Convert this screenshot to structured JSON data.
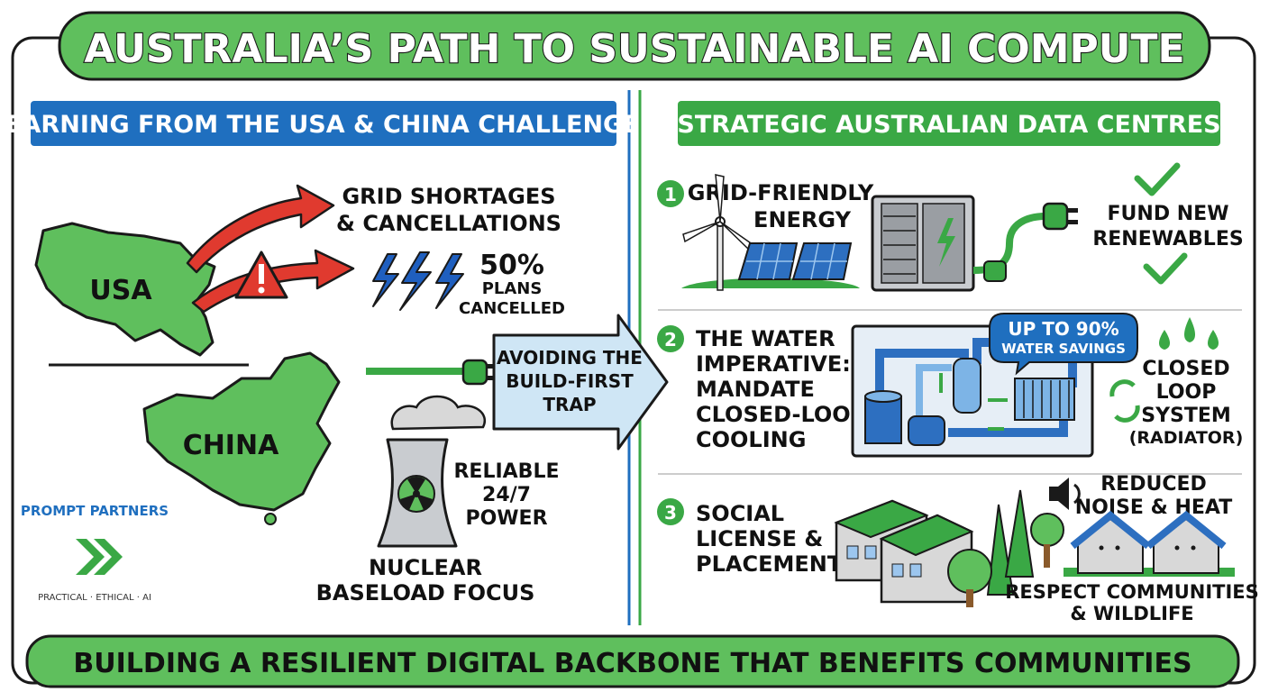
{
  "title": "AUSTRALIA’S PATH TO SUSTAINABLE AI COMPUTE",
  "footer": "BUILDING A RESILIENT DIGITAL BACKBONE THAT BENEFITS COMMUNITIES",
  "left": {
    "heading": "LEARNING FROM THE USA & CHINA CHALLENGES",
    "usa_label": "USA",
    "china_label": "CHINA",
    "grid_lines": [
      "GRID SHORTAGES",
      "& CANCELLATIONS"
    ],
    "percent": "50%",
    "plans_lines": [
      "PLANS",
      "CANCELLED"
    ],
    "reliable_lines": [
      "RELIABLE",
      "24/7",
      "POWER"
    ],
    "nuclear_lines": [
      "NUCLEAR",
      "BASELOAD FOCUS"
    ]
  },
  "center_arrow": {
    "lines": [
      "AVOIDING THE",
      "BUILD-FIRST",
      "TRAP"
    ]
  },
  "right": {
    "heading": "STRATEGIC AUSTRALIAN DATA CENTRES",
    "items": [
      {
        "number": "1",
        "lines": [
          "GRID-FRIENDLY",
          "ENERGY"
        ]
      },
      {
        "number": "2",
        "lines": [
          "THE WATER",
          "IMPERATIVE:",
          "MANDATE",
          "CLOSED-LOOP",
          "COOLING"
        ]
      },
      {
        "number": "3",
        "lines": [
          "SOCIAL",
          "LICENSE &",
          "PLACEMENT"
        ]
      }
    ],
    "fund_lines": [
      "FUND NEW",
      "RENEWABLES"
    ],
    "bubble_lines": [
      "UP TO 90%",
      "WATER SAVINGS"
    ],
    "closed_lines": [
      "CLOSED",
      "LOOP",
      "SYSTEM",
      "(RADIATOR)"
    ],
    "reduced_lines": [
      "REDUCED",
      "NOISE & HEAT"
    ],
    "respect_lines": [
      "RESPECT COMMUNITIES",
      "& WILDLIFE"
    ]
  },
  "logo": {
    "name": "PROMPT PARTNERS",
    "tagline": "PRACTICAL · ETHICAL · AI"
  },
  "colors": {
    "green": "#3aa845",
    "light_green": "#67c464",
    "blue_header": "#1f6fbf",
    "red": "#e03a2f",
    "bolt_blue": "#1f5fbf",
    "outline": "#1a1a1a"
  }
}
